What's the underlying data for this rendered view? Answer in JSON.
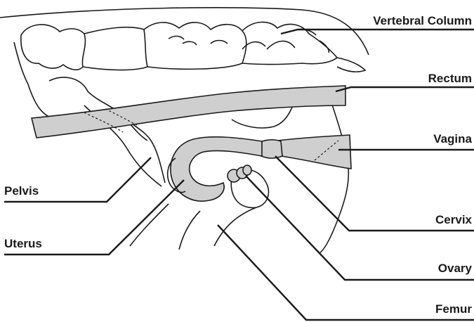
{
  "diagram": {
    "colors": {
      "outline": "#1a1a1a",
      "organ_fill": "#cfcfcf",
      "background": "#ffffff"
    },
    "labels": {
      "vertebral_column": "Vertebral Column",
      "rectum": "Rectum",
      "vagina": "Vagina",
      "pelvis": "Pelvis",
      "cervix": "Cervix",
      "uterus": "Uterus",
      "ovary": "Ovary",
      "femur": "Femur"
    }
  }
}
